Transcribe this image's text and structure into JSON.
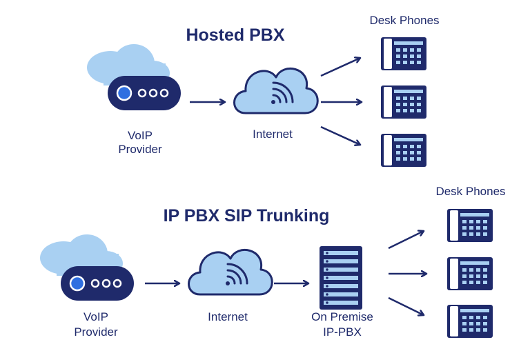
{
  "sections": [
    {
      "title": "Hosted PBX",
      "provider_label": [
        "VoIP",
        "Provider"
      ],
      "internet_label": "Internet",
      "phones_label": "Desk Phones"
    },
    {
      "title": "IP PBX SIP Trunking",
      "provider_label": [
        "VoIP",
        "Provider"
      ],
      "internet_label": "Internet",
      "pbx_label": [
        "On Premise",
        "IP-PBX"
      ],
      "phones_label": "Desk Phones"
    }
  ],
  "colors": {
    "navy": "#1f2a6b",
    "light_blue": "#a9d0f2",
    "accent_blue": "#2f6fe0",
    "white": "#ffffff"
  },
  "icons": [
    "cloud-server-icon",
    "internet-cloud-icon",
    "desk-phone-icon",
    "server-rack-icon",
    "arrow-icon"
  ]
}
